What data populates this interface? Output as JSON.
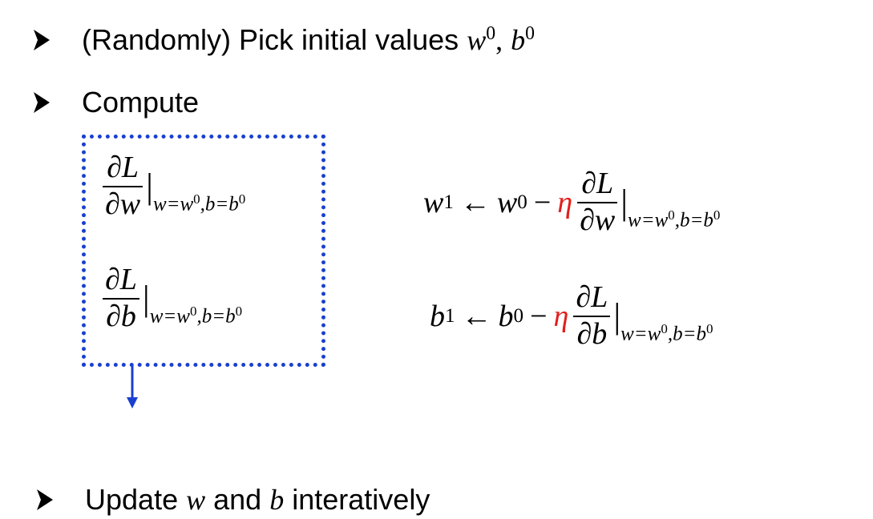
{
  "bullets": {
    "pick_prefix": "(Randomly) Pick initial values",
    "compute_label": "Compute",
    "update_prefix": "Update",
    "update_w": "w",
    "update_and": "and",
    "update_b": "b",
    "update_suffix": "interatively"
  },
  "math": {
    "w": "w",
    "b": "b",
    "zero": "0",
    "one": "1",
    "comma": ",",
    "partial_L": "∂L",
    "partial_w": "∂w",
    "partial_b": "∂b",
    "eval_bar": "|",
    "eval_point_main": "w=w",
    "eval_point_mid": ",b=b",
    "arrow_left": "←",
    "minus": "−",
    "eta": "η"
  },
  "colors": {
    "eta": "#e0201c",
    "box_border": "#1a3fd0",
    "down_arrow": "#1a3fd0"
  },
  "icons": [
    "bullet-arrowhead-icon",
    "down-arrow-icon"
  ]
}
